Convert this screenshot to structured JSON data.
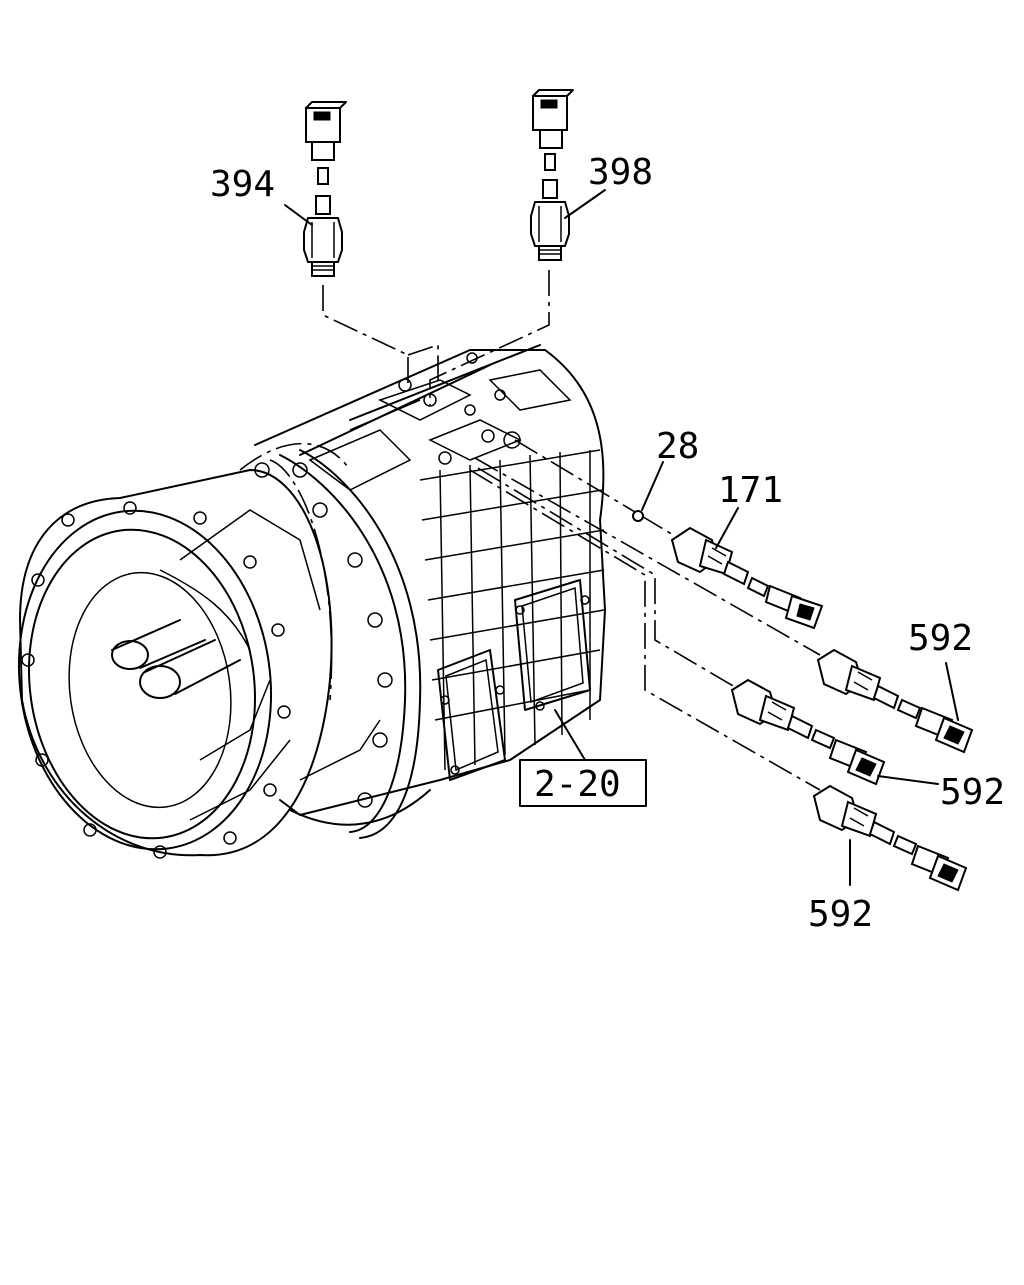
{
  "labels": {
    "part_394": "394",
    "part_398": "398",
    "part_28": "28",
    "part_171": "171",
    "part_592_a": "592",
    "part_592_b": "592",
    "part_592_c": "592",
    "ref_box": "2-20"
  },
  "colors": {
    "line": "#000000",
    "background": "#ffffff"
  },
  "icons": {
    "sensor": "switch-sensor-icon",
    "connector": "connector-plug-icon",
    "housing": "transmission-housing-icon"
  }
}
